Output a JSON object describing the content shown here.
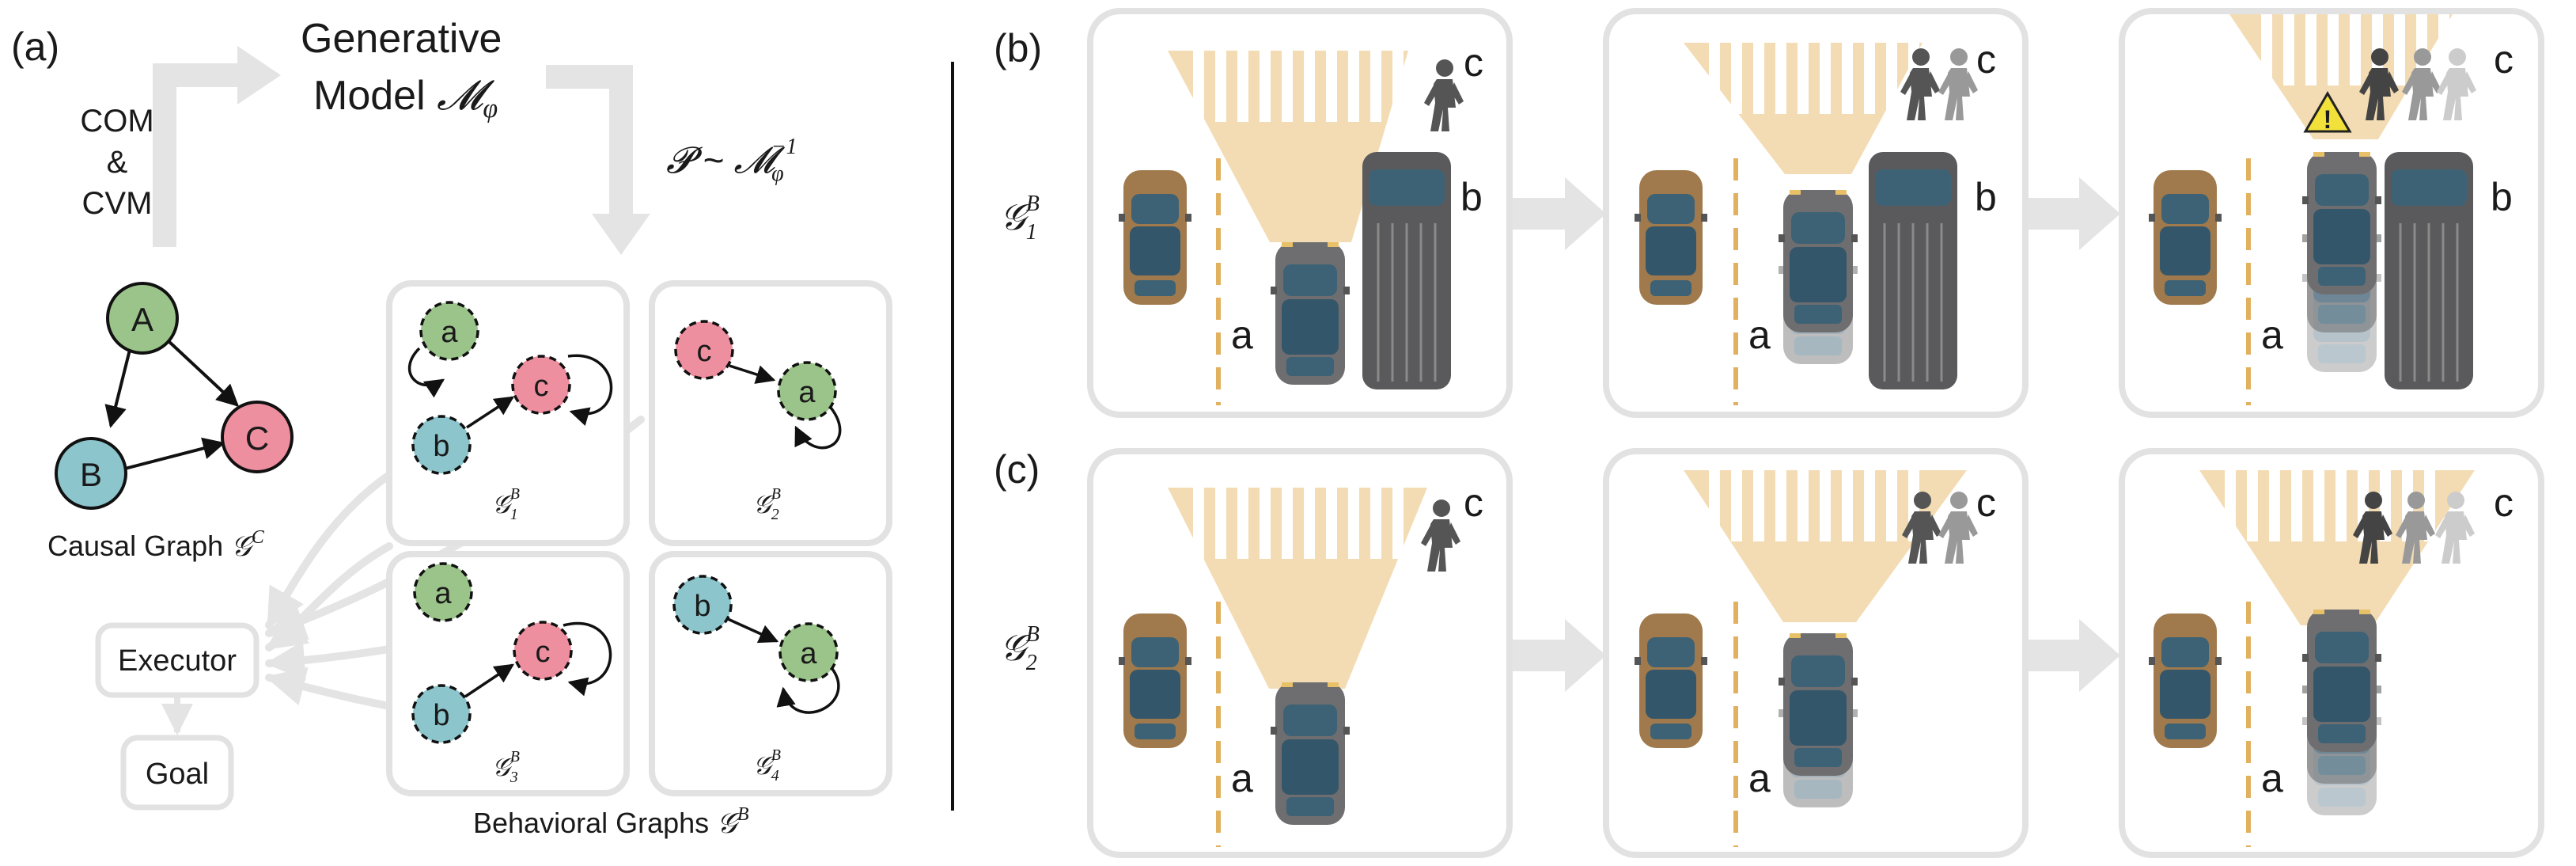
{
  "panel_labels": {
    "a": "(a)",
    "b": "(b)",
    "c": "(c)"
  },
  "generative_model": {
    "line1": "Generative",
    "line2": "Model ",
    "symbol": "𝓜",
    "subscript": "φ"
  },
  "com_cvm": {
    "line1": "COM",
    "line2": "&",
    "line3": "CVM"
  },
  "posterior": {
    "P": "𝓟",
    "sim": " ~ ",
    "M": "𝓜",
    "sub": "φ",
    "sup": "−1"
  },
  "causal_graph": {
    "caption": "Causal Graph ",
    "caption_symbol": "𝒢",
    "caption_sup": "C",
    "nodes": {
      "A": "A",
      "B": "B",
      "C": "C"
    }
  },
  "behavioral_graphs": {
    "caption": "Behavioral Graphs ",
    "caption_symbol": "𝒢",
    "caption_sup": "B",
    "graphs": [
      {
        "symbol": "𝒢",
        "sub": "1",
        "sup": "B",
        "nodes": [
          "a",
          "b",
          "c"
        ]
      },
      {
        "symbol": "𝒢",
        "sub": "2",
        "sup": "B",
        "nodes": [
          "c",
          "a"
        ]
      },
      {
        "symbol": "𝒢",
        "sub": "3",
        "sup": "B",
        "nodes": [
          "a",
          "b",
          "c"
        ]
      },
      {
        "symbol": "𝒢",
        "sub": "4",
        "sup": "B",
        "nodes": [
          "b",
          "a"
        ]
      }
    ]
  },
  "executor": "Executor",
  "goal": "Goal",
  "row_b": {
    "symbol": "𝒢",
    "sub": "1",
    "sup": "B"
  },
  "row_c": {
    "symbol": "𝒢",
    "sub": "2",
    "sup": "B"
  },
  "scene_labels": {
    "a": "a",
    "b": "b",
    "c": "c"
  },
  "warning": "!",
  "colors": {
    "node_A": "#9bc48a",
    "node_B": "#8cc5cc",
    "node_C": "#ee8fa0",
    "box_stroke": "#e2e2e2",
    "arrow_gray": "#e4e4e4",
    "cone": "#f3dcb3",
    "car_blue": "#3d6275",
    "car_body": "#6e6e70",
    "car_brown": "#a07a4c",
    "truck": "#5a5a5c",
    "lane": "#e1b160"
  }
}
